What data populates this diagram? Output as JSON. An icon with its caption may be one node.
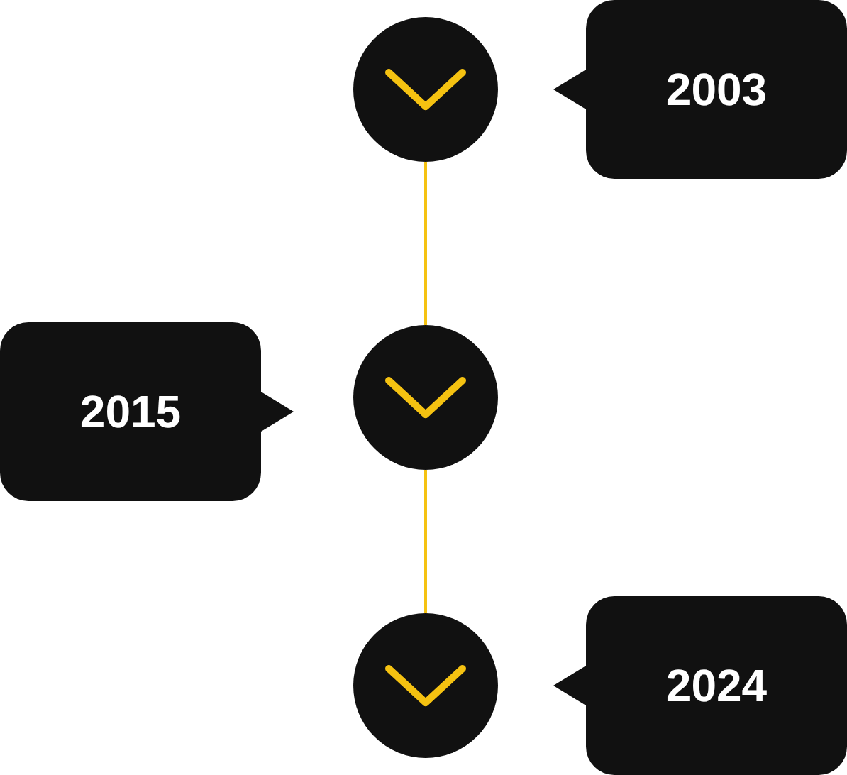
{
  "diagram": {
    "nodes": [
      {
        "text": [],
        "shape": "circle"
      },
      {
        "text": [
          "2003"
        ]
      },
      {
        "text": [],
        "shape": "circle"
      },
      {
        "text": [
          "2015"
        ]
      },
      {
        "text": [],
        "shape": "circle"
      },
      {
        "text": [
          "2024"
        ]
      }
    ],
    "edges": [
      {
        "from": 0,
        "to": 2,
        "arrow": "none"
      },
      {
        "from": 2,
        "to": 4,
        "arrow": "none"
      }
    ]
  }
}
